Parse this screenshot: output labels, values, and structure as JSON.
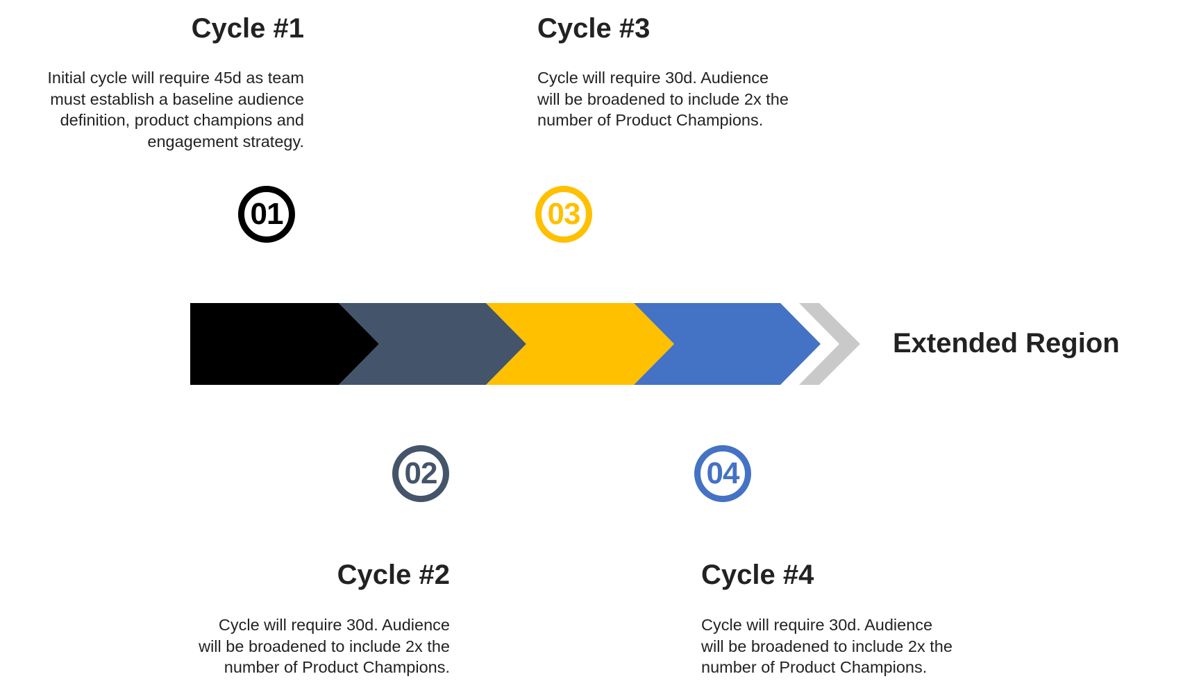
{
  "cycles": [
    {
      "title": "Cycle #1",
      "number": "01",
      "color": "#000000",
      "description": "Initial cycle will require 45d as team must establish a baseline audience definition, product champions and engagement strategy."
    },
    {
      "title": "Cycle #2",
      "number": "02",
      "color": "#44546A",
      "description": "Cycle will require 30d. Audience will be broadened to include 2x the number of Product Champions."
    },
    {
      "title": "Cycle #3",
      "number": "03",
      "color": "#FFC000",
      "description": "Cycle will require 30d. Audience will be broadened to include 2x the number of Product Champions."
    },
    {
      "title": "Cycle #4",
      "number": "04",
      "color": "#4472C4",
      "description": "Cycle will require 30d. Audience will be broadened to include 2x the number of Product Champions."
    }
  ],
  "extended_region": {
    "label": "Extended Region",
    "color": "#C9C9C9"
  }
}
